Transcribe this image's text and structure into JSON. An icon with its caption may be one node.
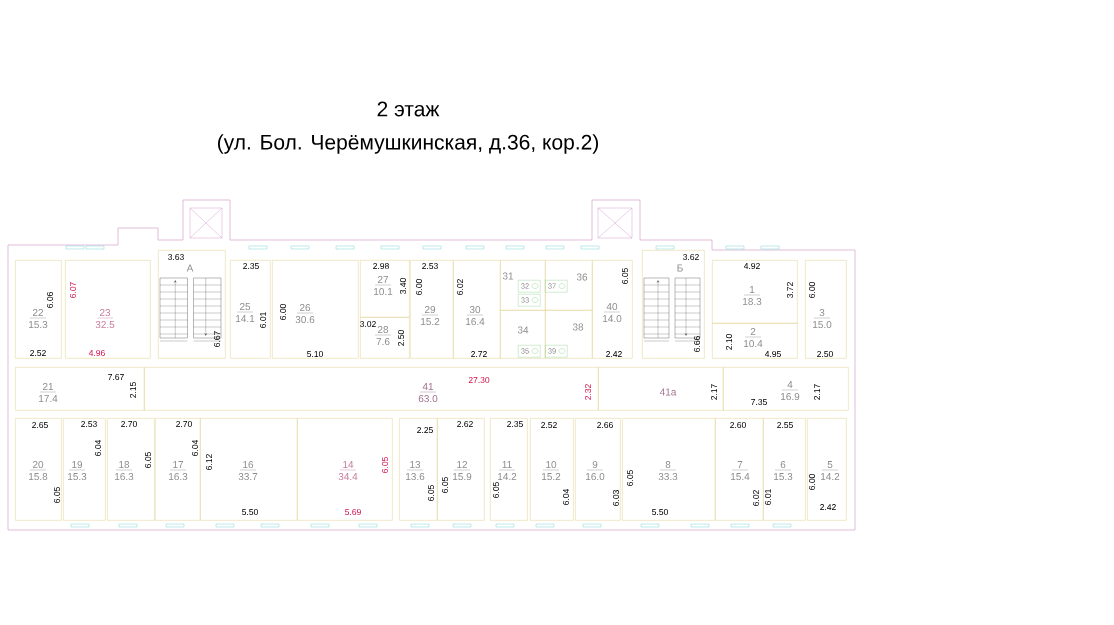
{
  "diagram": {
    "title": "2 этаж",
    "nodes": [
      {
        "text": [
          "22",
          "15.3"
        ]
      },
      {
        "text": [
          "23",
          "32.5"
        ]
      },
      {
        "text": [
          "А"
        ]
      },
      {
        "text": [
          "25",
          "14.1"
        ]
      },
      {
        "text": [
          "26",
          "30.6"
        ]
      },
      {
        "text": [
          "27",
          "10.1"
        ]
      },
      {
        "text": [
          "28",
          "7.6"
        ]
      },
      {
        "text": [
          "29",
          "15.2"
        ]
      },
      {
        "text": [
          "30",
          "16.4"
        ]
      },
      {
        "text": [
          "31"
        ]
      },
      {
        "text": [
          "32"
        ],
        "in": 9
      },
      {
        "text": [
          "33"
        ],
        "in": 9
      },
      {
        "text": [
          "36"
        ]
      },
      {
        "text": [
          "37"
        ],
        "in": 12
      },
      {
        "text": [
          "34"
        ]
      },
      {
        "text": [
          "35"
        ],
        "in": 14
      },
      {
        "text": [
          "38"
        ]
      },
      {
        "text": [
          "39"
        ],
        "in": 16
      },
      {
        "text": [
          "40",
          "14.0"
        ]
      },
      {
        "text": [
          "Б"
        ]
      },
      {
        "text": [
          "1",
          "18.3"
        ]
      },
      {
        "text": [
          "2",
          "10.4"
        ]
      },
      {
        "text": [
          "3",
          "15.0"
        ]
      },
      {
        "text": [
          "21",
          "17.4"
        ]
      },
      {
        "text": [
          "41",
          "63.0"
        ]
      },
      {
        "text": [
          "41а"
        ]
      },
      {
        "text": [
          "4",
          "16.9"
        ]
      },
      {
        "text": [
          "20",
          "15.8"
        ]
      },
      {
        "text": [
          "19",
          "15.3"
        ]
      },
      {
        "text": [
          "18",
          "16.3"
        ]
      },
      {
        "text": [
          "17",
          "16.3"
        ]
      },
      {
        "text": [
          "16",
          "33.7"
        ]
      },
      {
        "text": [
          "14",
          "34.4"
        ]
      },
      {
        "text": [
          "13",
          "13.6"
        ]
      },
      {
        "text": [
          "12",
          "15.9"
        ]
      },
      {
        "text": [
          "11",
          "14.2"
        ]
      },
      {
        "text": [
          "10",
          "15.2"
        ]
      },
      {
        "text": [
          "9",
          "16.0"
        ]
      },
      {
        "text": [
          "8",
          "33.3"
        ]
      },
      {
        "text": [
          "7",
          "15.4"
        ]
      },
      {
        "text": [
          "6",
          "15.3"
        ]
      },
      {
        "text": [
          "5",
          "14.2"
        ]
      }
    ],
    "labels": [
      "(ул. Бол. Черёмушкинская, д.36, кор.2)",
      "3.63",
      "2.35",
      "2.98",
      "2.53",
      "3.62",
      "4.92",
      "6.06",
      "6.07",
      "6.01",
      "6.00",
      "3.40",
      "6.00",
      "6.02",
      "6.05",
      "3.72",
      "6.00",
      "6.67",
      "3.02",
      "2.50",
      "6.66",
      "2.10",
      "2.52",
      "4.96",
      "5.10",
      "2.72",
      "2.42",
      "4.95",
      "2.50",
      "7.67",
      "2.15",
      "27.30",
      "2.32",
      "2.17",
      "7.35",
      "2.17",
      "2.65",
      "2.53",
      "2.70",
      "2.70",
      "2.25",
      "2.62",
      "2.35",
      "2.52",
      "2.66",
      "2.60",
      "2.55",
      "6.05",
      "6.04",
      "6.05",
      "6.04",
      "6.12",
      "6.05",
      "6.05",
      "6.05",
      "6.05",
      "6.04",
      "6.03",
      "6.05",
      "6.02",
      "6.01",
      "6.00",
      "5.50",
      "5.69",
      "5.50",
      "2.42"
    ]
  }
}
